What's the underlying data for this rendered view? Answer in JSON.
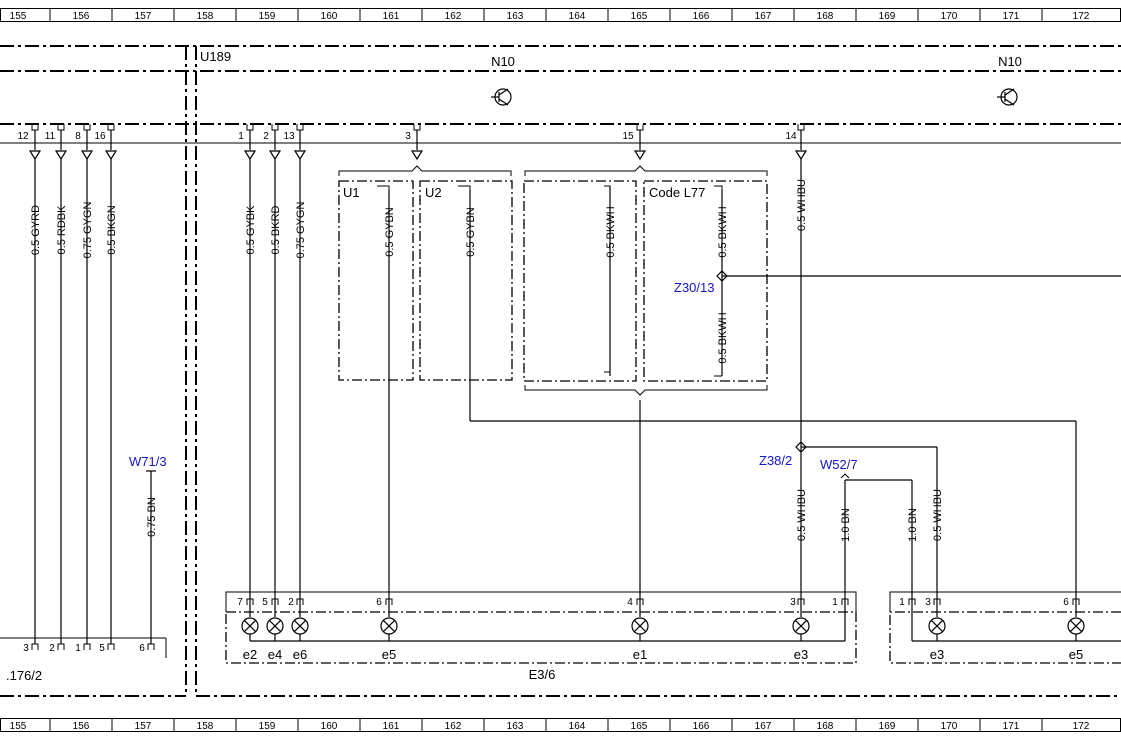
{
  "grid_numbers": [
    "155",
    "156",
    "157",
    "158",
    "159",
    "160",
    "161",
    "162",
    "163",
    "164",
    "165",
    "166",
    "167",
    "168",
    "169",
    "170",
    "171",
    "172"
  ],
  "components": {
    "u189": "U189",
    "n10_left": "N10",
    "n10_right": "N10",
    "u1": "U1",
    "u2": "U2",
    "code_l77": "Code L77",
    "e3_6": "E3/6",
    "left_partial": ".176/2"
  },
  "connectors": {
    "z30_13": "Z30/13",
    "z38_2": "Z38/2",
    "w52_7": "W52/7",
    "w71_3": "W71/3"
  },
  "top_pins_left": [
    "12",
    "11",
    "8",
    "16"
  ],
  "top_pins_main": [
    "1",
    "2",
    "13",
    "3",
    "15",
    "14"
  ],
  "wires_left": [
    "0.5 GYRD",
    "0.5 RDBK",
    "0.75 GYGN",
    "0.5 BKGN"
  ],
  "wires_main": [
    "0.5 GYBK",
    "0.5 BKRD",
    "0.75 GYGN"
  ],
  "wire_u1": "0.5 GYBN",
  "wire_u2": "0.5 GYBN",
  "wire_bkwh_a": "0.5 BKWH",
  "wire_bkwh_b": "0.5 BKWH",
  "wire_bkwh_c": "0.5 BKWH",
  "wire_whbu_top": "0.5 WHBU",
  "wire_w71": "0.75 BN",
  "wire_whbu_e3": "0.5 WHBU",
  "wire_bn_e3": "1.0 BN",
  "wire_bn_right": "1.0 BN",
  "wire_whbu_right": "0.5 WHBU",
  "bottom_pins_left": [
    "3",
    "2",
    "1",
    "5",
    "6"
  ],
  "bottom_pins_main": [
    "7",
    "5",
    "2",
    "6",
    "4",
    "3",
    "1"
  ],
  "bottom_pins_right": [
    "1",
    "3",
    "6"
  ],
  "lamp_labels_main": [
    "e2",
    "e4",
    "e6",
    "e5",
    "e1",
    "e3"
  ],
  "lamp_labels_right": [
    "e3",
    "e5"
  ]
}
